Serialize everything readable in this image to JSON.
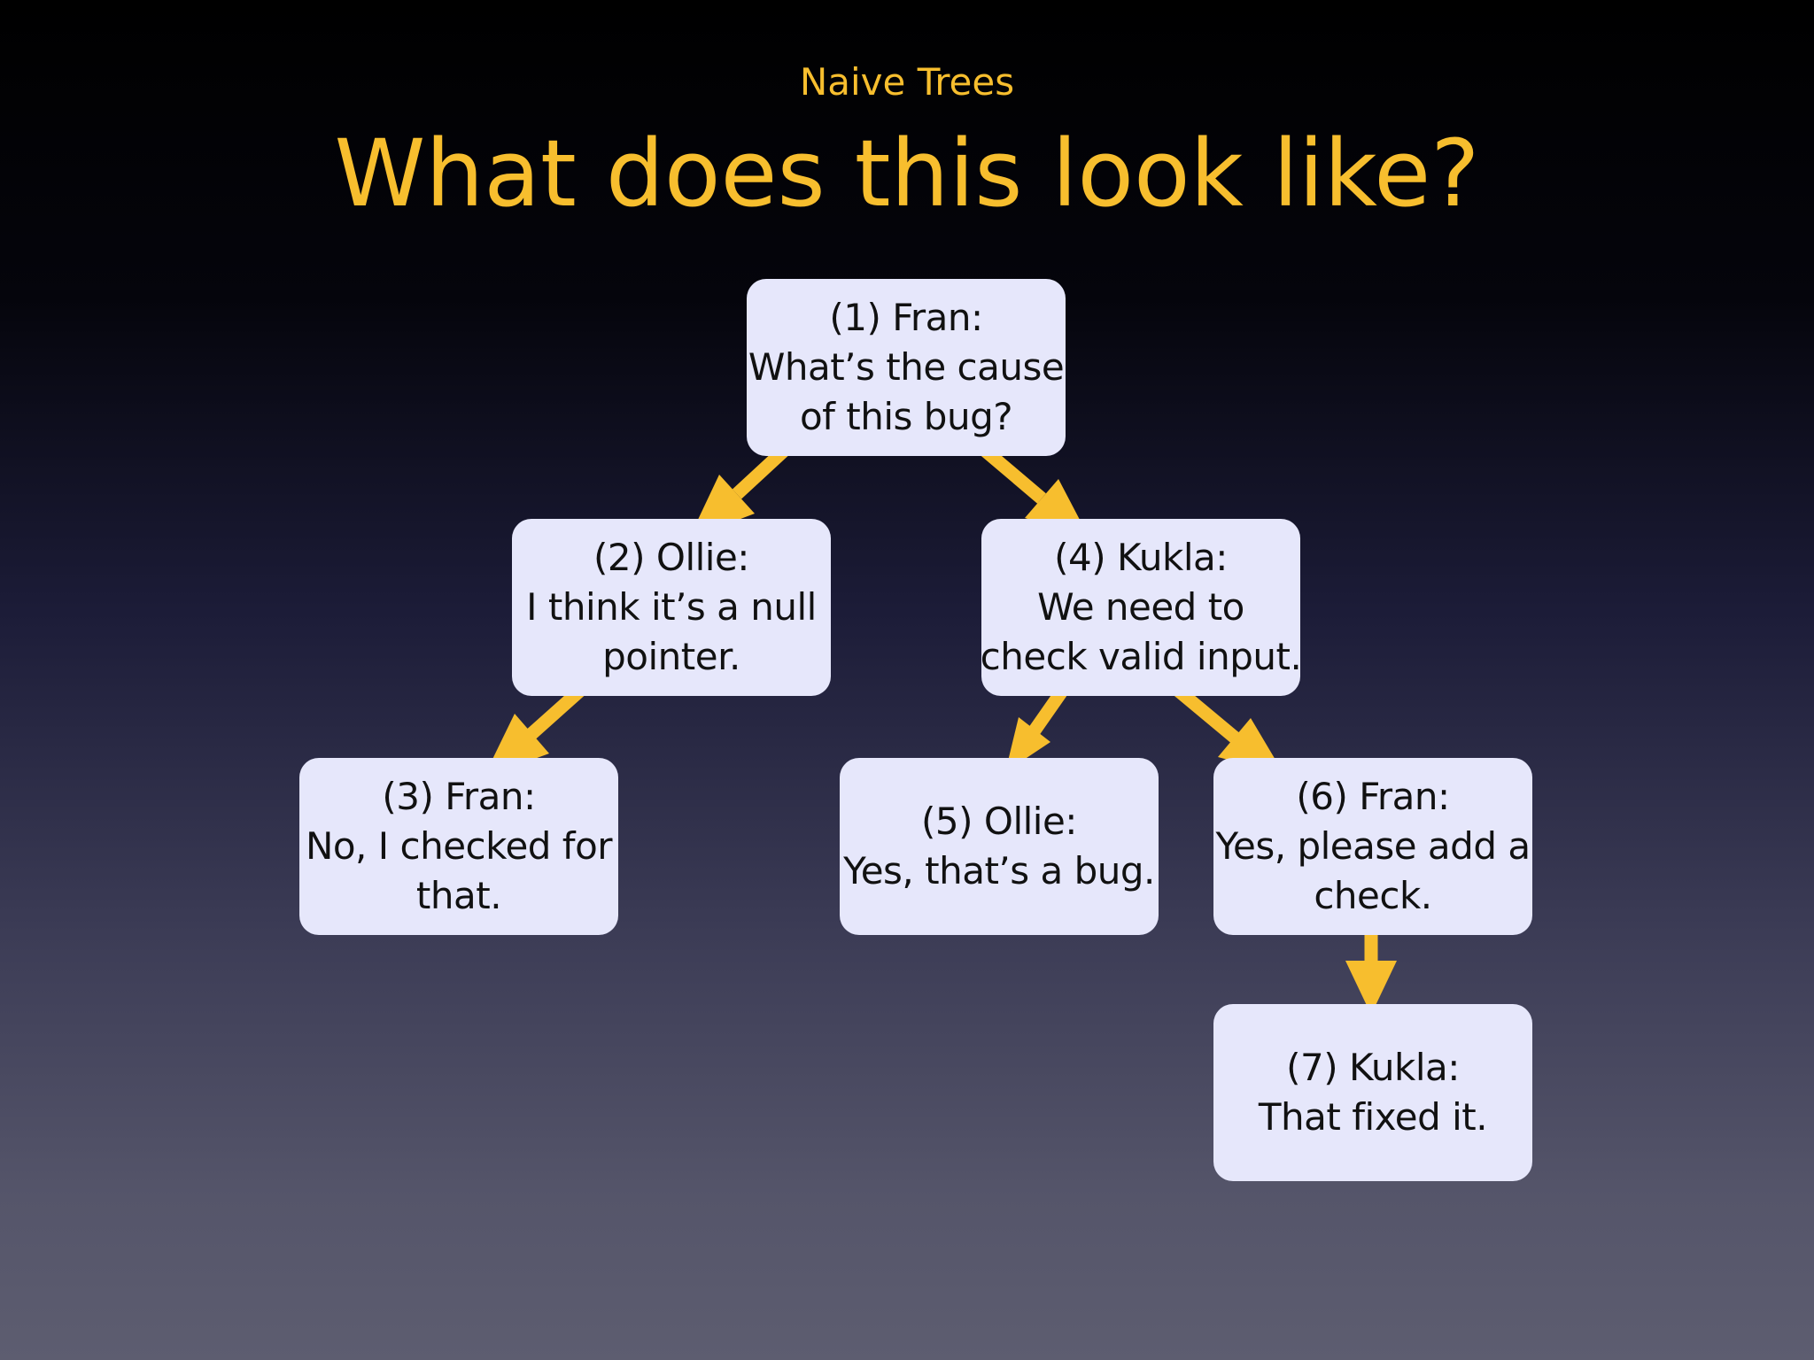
{
  "header": {
    "subtitle": "Naive Trees",
    "title": "What does this look like?"
  },
  "colors": {
    "accent": "#f7be2e",
    "node_fill": "#e6e7fb",
    "node_text": "#111111"
  },
  "nodes": [
    {
      "id": "1",
      "speaker": "(1) Fran:",
      "lines": [
        "What’s the cause",
        "of this bug?"
      ]
    },
    {
      "id": "2",
      "speaker": "(2) Ollie:",
      "lines": [
        "I think it’s a null",
        "pointer."
      ]
    },
    {
      "id": "3",
      "speaker": "(3) Fran:",
      "lines": [
        "No, I checked for",
        "that."
      ]
    },
    {
      "id": "4",
      "speaker": "(4) Kukla:",
      "lines": [
        "We need to",
        "check valid input."
      ]
    },
    {
      "id": "5",
      "speaker": "(5) Ollie:",
      "lines": [
        "Yes, that’s a bug."
      ]
    },
    {
      "id": "6",
      "speaker": "(6) Fran:",
      "lines": [
        "Yes, please add a",
        "check."
      ]
    },
    {
      "id": "7",
      "speaker": "(7) Kukla:",
      "lines": [
        "That fixed it."
      ]
    }
  ],
  "edges": [
    {
      "from": "1",
      "to": "2"
    },
    {
      "from": "1",
      "to": "4"
    },
    {
      "from": "2",
      "to": "3"
    },
    {
      "from": "4",
      "to": "5"
    },
    {
      "from": "4",
      "to": "6"
    },
    {
      "from": "6",
      "to": "7"
    }
  ]
}
